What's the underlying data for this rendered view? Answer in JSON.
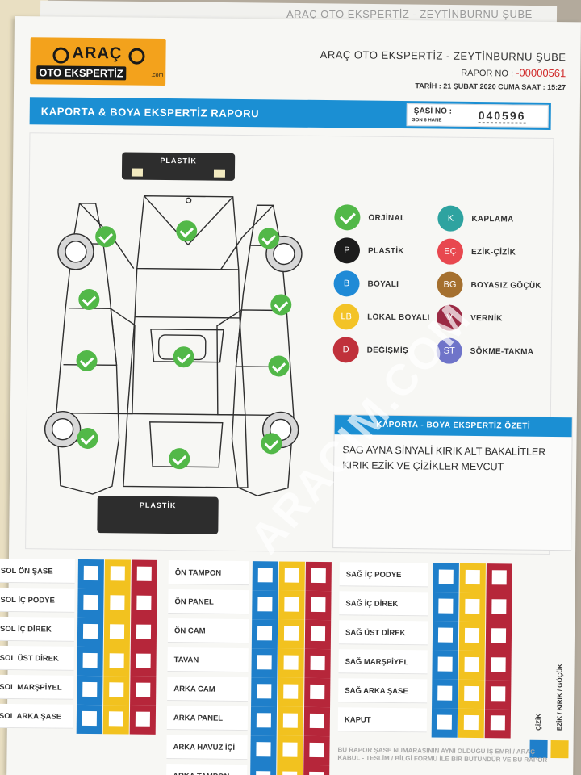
{
  "background_title": "ARAÇ OTO EKSPERTİZ - ZEYTİNBURNU ŞUBE",
  "logo": {
    "name": "ARAÇ",
    "sub": "OTO EKSPERTİZ",
    "domain": ".com"
  },
  "header": {
    "company": "ARAÇ OTO EKSPERTİZ - ZEYTİNBURNU ŞUBE",
    "report_label": "RAPOR NO :",
    "report_no": "-00000561",
    "date_line": "TARİH : 21 ŞUBAT 2020 CUMA    SAAT : 15:27"
  },
  "banner": {
    "title": "KAPORTA & BOYA EKSPERTİZ RAPORU",
    "chassis_label": "ŞASİ NO :",
    "chassis_sub": "SON 6 HANE",
    "chassis_value": "040596"
  },
  "diagram": {
    "top_plate": "PLASTİK",
    "bottom_plate": "PLASTİK"
  },
  "legend": [
    {
      "code": "",
      "label": "ORJİNAL",
      "color": "#52b848",
      "check": true
    },
    {
      "code": "K",
      "label": "KAPLAMA",
      "color": "#2ea3a0"
    },
    {
      "code": "P",
      "label": "PLASTİK",
      "color": "#1c1c1c"
    },
    {
      "code": "EÇ",
      "label": "EZİK-ÇİZİK",
      "color": "#e8484f"
    },
    {
      "code": "B",
      "label": "BOYALI",
      "color": "#1f8ad6"
    },
    {
      "code": "BG",
      "label": "BOYASIZ GÖÇÜK",
      "color": "#a5702f"
    },
    {
      "code": "LB",
      "label": "LOKAL BOYALI",
      "color": "#f3c326"
    },
    {
      "code": "V",
      "label": "VERNİK",
      "color": "#9b2a44"
    },
    {
      "code": "D",
      "label": "DEĞİŞMİŞ",
      "color": "#c0313b"
    },
    {
      "code": "ST",
      "label": "SÖKME-TAKMA",
      "color": "#6f74c9"
    }
  ],
  "summary": {
    "title": "KAPORTA - BOYA EKSPERTİZ ÖZETİ",
    "text": "SAG AYNA SİNYALİ KIRIK ALT BAKALİTLER KIRIK EZİK VE ÇİZİKLER MEVCUT"
  },
  "watermark": "ARACIM.COM",
  "parts_col1": [
    "SOL ÖN ŞASE",
    "SOL İÇ PODYE",
    "SOL İÇ DİREK",
    "SOL ÜST DİREK",
    "SOL MARŞPİYEL",
    "SOL ARKA ŞASE"
  ],
  "parts_col2": [
    "ÖN TAMPON",
    "ÖN PANEL",
    "ÖN CAM",
    "TAVAN",
    "ARKA CAM",
    "ARKA PANEL",
    "ARKA HAVUZ İÇİ",
    "ARKA TAMPON"
  ],
  "parts_col3": [
    "SAĞ İÇ PODYE",
    "SAĞ İÇ DİREK",
    "SAĞ ÜST DİREK",
    "SAĞ MARŞPİYEL",
    "SAĞ ARKA ŞASE",
    "KAPUT"
  ],
  "side_key": {
    "blue_label": "ÇİZİK",
    "yellow_label": "EZİK / KIRIK / GÖÇÜK"
  },
  "footer_note": "BU RAPOR ŞASE NUMARASININ AYNI OLDUĞU İŞ EMRİ / ARAÇ KABUL - TESLİM / BİLGİ FORMU İLE BİR BÜTÜNDÜR VE BU RAPOR"
}
